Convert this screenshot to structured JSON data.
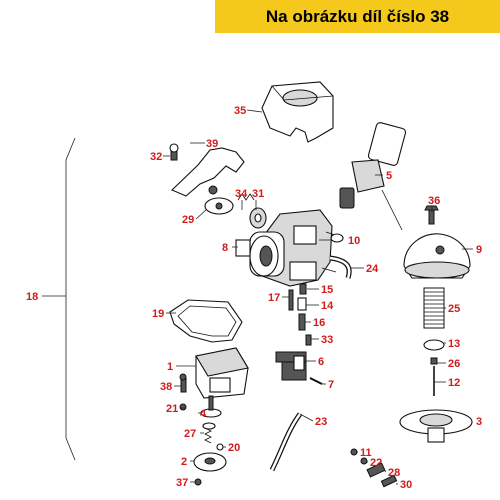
{
  "banner": {
    "text": "Na obrázku díl číslo 38"
  },
  "callouts": [
    "35",
    "39",
    "32",
    "34",
    "31",
    "5",
    "29",
    "36",
    "8",
    "10",
    "9",
    "24",
    "18",
    "15",
    "17",
    "14",
    "19",
    "25",
    "16",
    "33",
    "13",
    "6",
    "1",
    "26",
    "7",
    "12",
    "38",
    "21",
    "4",
    "23",
    "3",
    "27",
    "11",
    "20",
    "22",
    "2",
    "28",
    "37",
    "30"
  ]
}
